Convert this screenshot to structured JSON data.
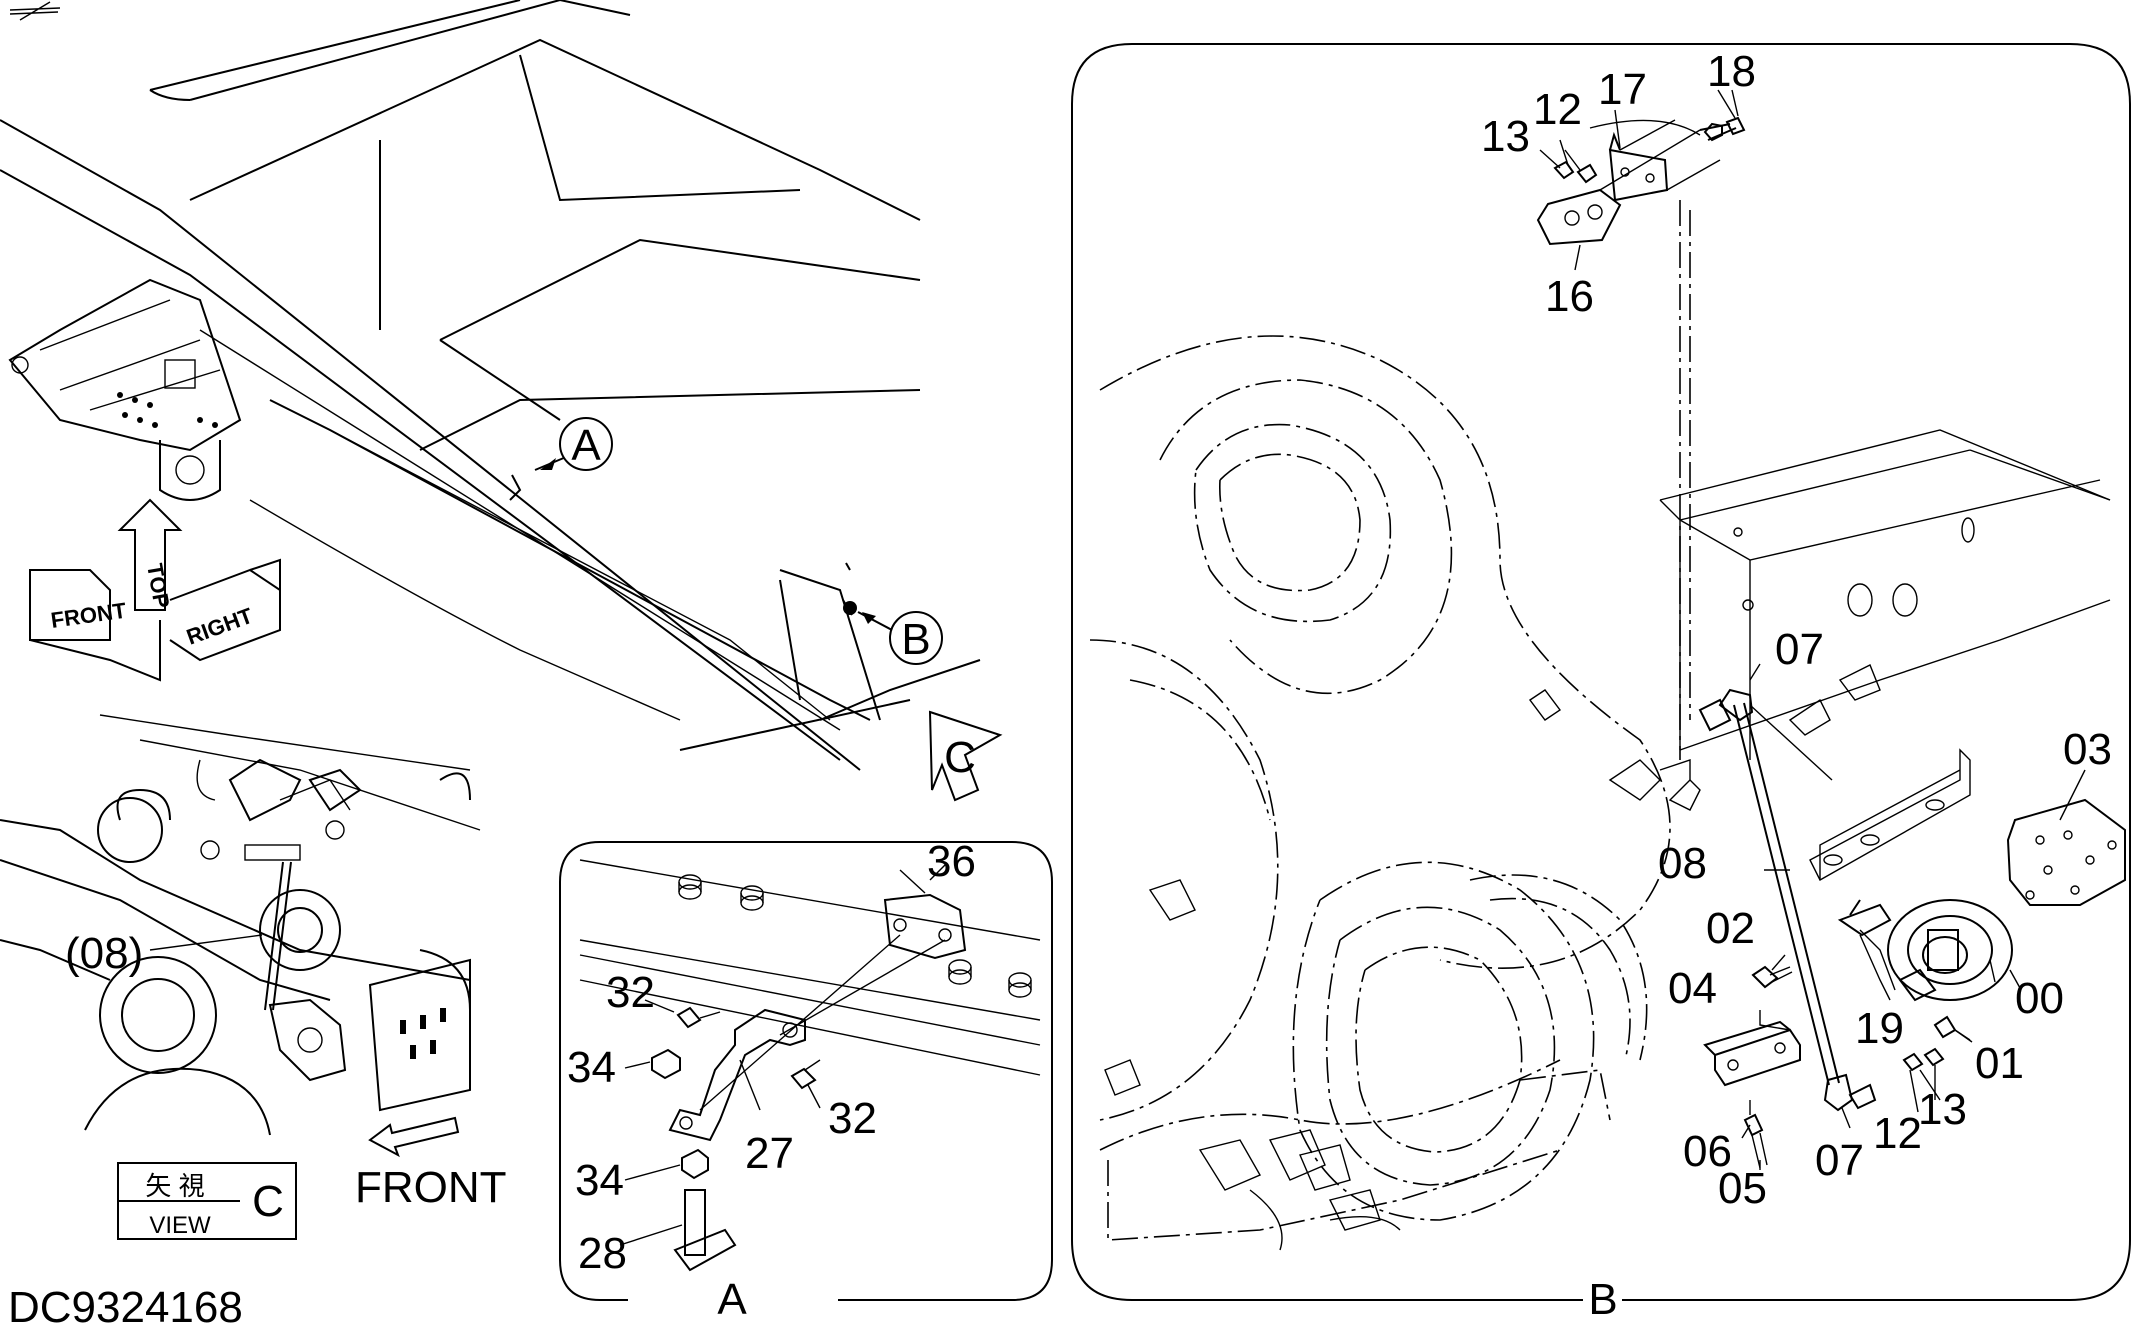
{
  "drawing_number": "DC9324168",
  "overview": {
    "callouts": [
      "A",
      "B",
      "C"
    ],
    "orientation_box": {
      "front": "FRONT",
      "top": "TOP",
      "right": "RIGHT"
    }
  },
  "view_c": {
    "part_ref": "(08)",
    "front_arrow_label": "FRONT",
    "view_box": {
      "kanji": "矢 視",
      "view": "VIEW",
      "letter": "C"
    }
  },
  "detail_a": {
    "title": "A",
    "parts": [
      "36",
      "32",
      "34",
      "27",
      "32",
      "34",
      "28"
    ]
  },
  "detail_b": {
    "title": "B",
    "parts": [
      "18",
      "12",
      "17",
      "13",
      "16",
      "07",
      "03",
      "08",
      "02",
      "04",
      "19",
      "00",
      "01",
      "13",
      "12",
      "06",
      "05",
      "07"
    ]
  }
}
